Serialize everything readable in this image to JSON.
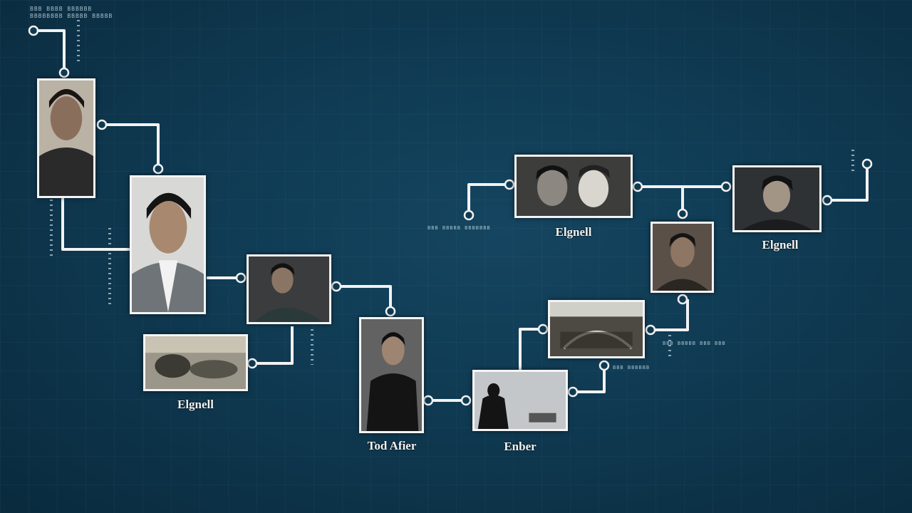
{
  "header_text": [
    "BBB BBBB BBBBBB",
    "BBBBBBBB BBBBB BBBBB"
  ],
  "captions": {
    "photo_r1": "Elgnell",
    "photo_r2": "Elgnell",
    "photo_b1": "Elgnell",
    "photo_b2": "Tod Afier",
    "photo_b3": "Enber"
  },
  "micro_labels": {
    "left_top": "BBB BBBBB BBBBBBB",
    "right_mid": "BBB BBBBB BBB BBB",
    "right_low": "BBB BBBBBB"
  },
  "colors": {
    "background": "#0f3a52",
    "connector": "#f2f2f2",
    "frame": "#f4f4f4"
  }
}
